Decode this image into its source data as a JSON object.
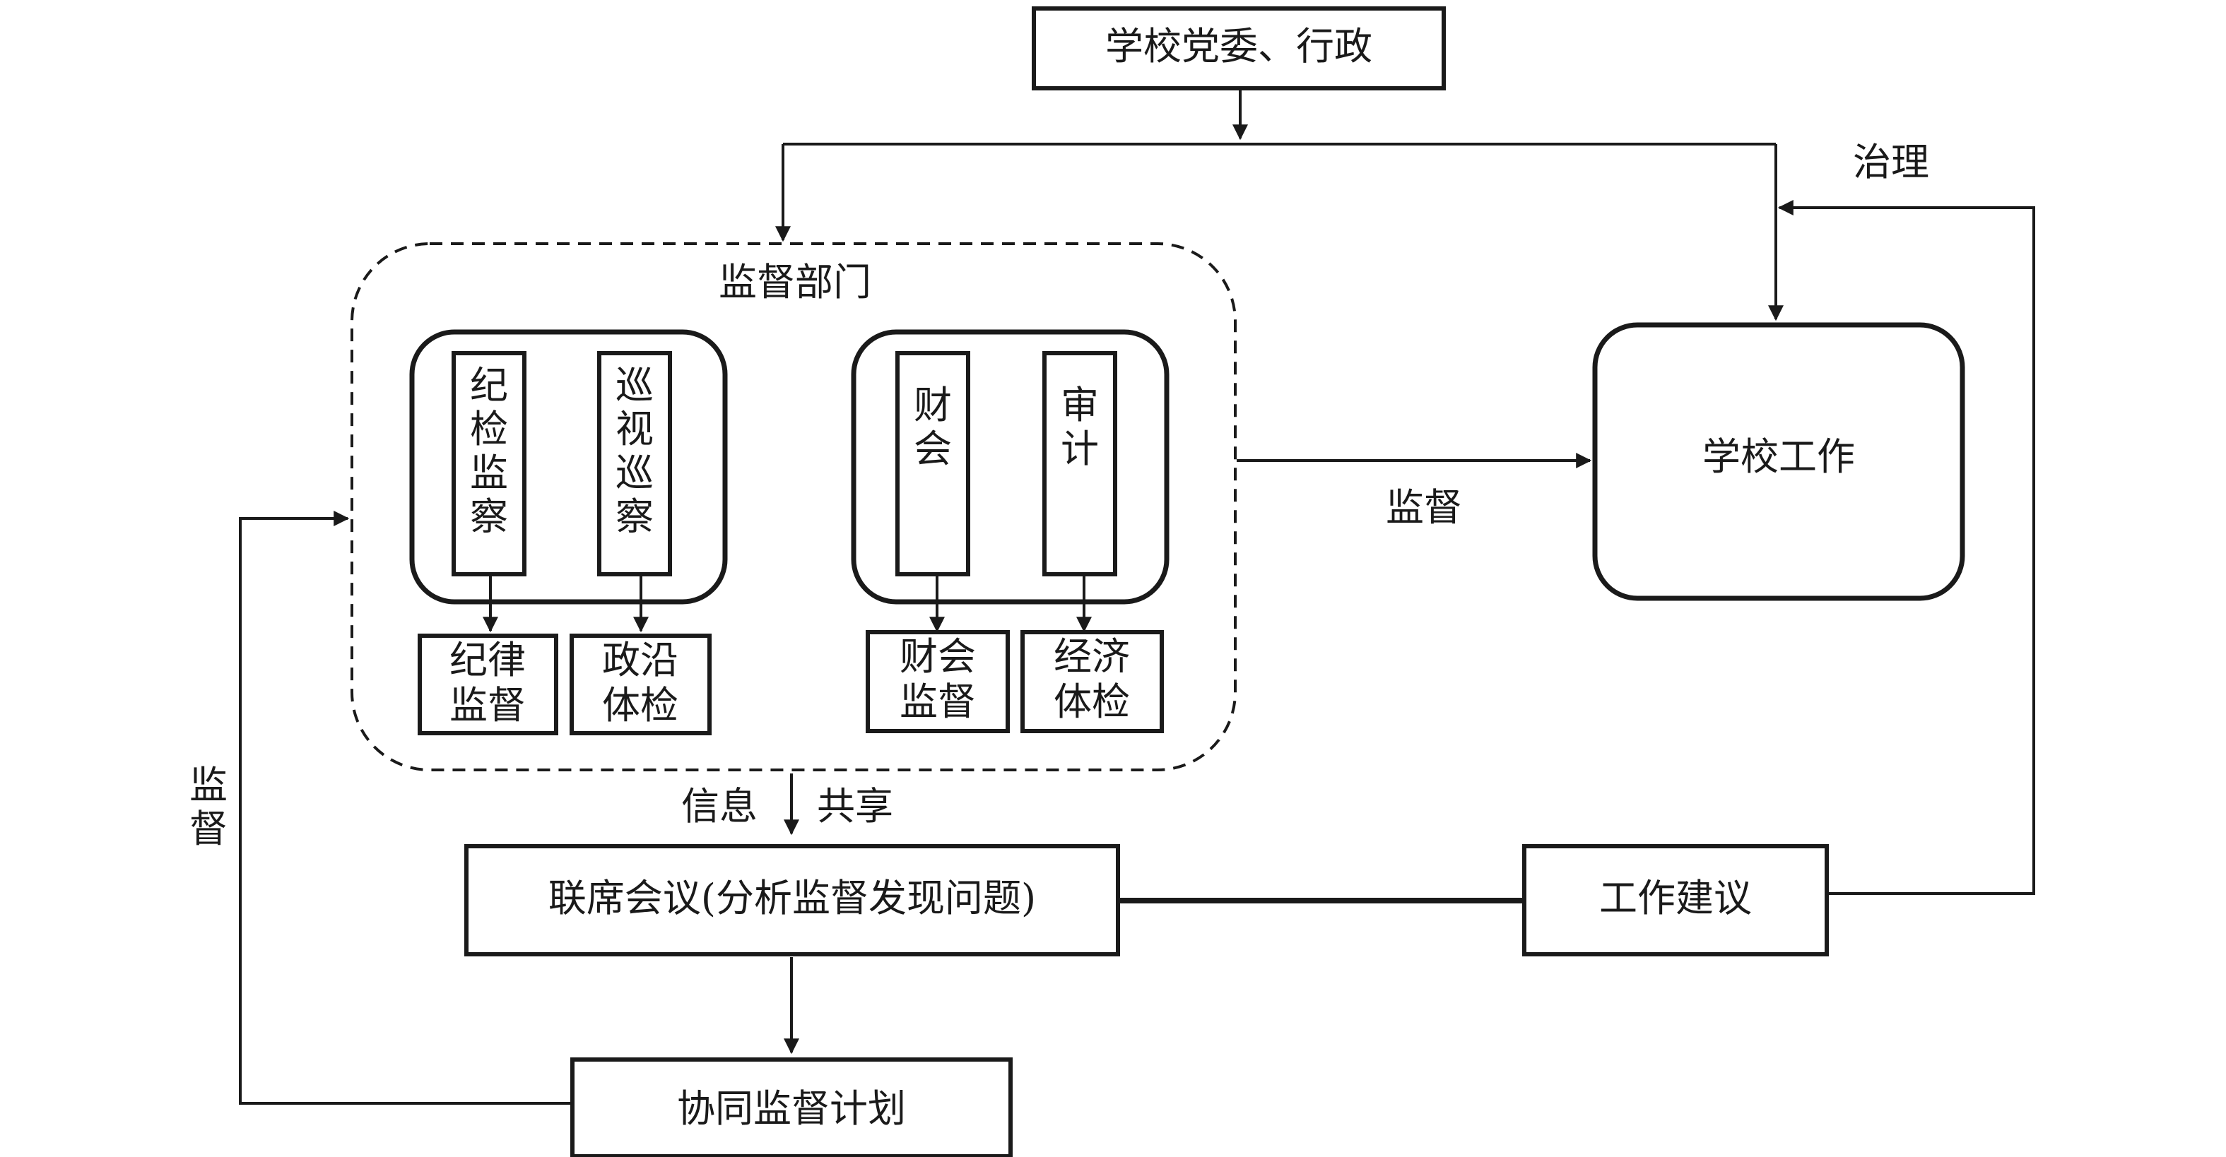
{
  "top_node": {
    "label": "学校党委、行政"
  },
  "dept_group": {
    "label": "监督部门"
  },
  "units": {
    "jijian": {
      "label": "纪检监察"
    },
    "xunshi": {
      "label": "巡视巡察"
    },
    "caikuai": {
      "label": "财会"
    },
    "shenji": {
      "label": "审计"
    }
  },
  "outputs": {
    "jilv": {
      "line1": "纪律",
      "line2": "监督"
    },
    "zhengyan": {
      "line1": "政沿",
      "line2": "体检"
    },
    "caikuai_jd": {
      "line1": "财会",
      "line2": "监督"
    },
    "jingji": {
      "line1": "经济",
      "line2": "体检"
    }
  },
  "school_work": {
    "label": "学校工作"
  },
  "joint_meeting": {
    "label": "联席会议(分析监督发现问题)"
  },
  "work_suggestion": {
    "label": "工作建议"
  },
  "coop_plan": {
    "label": "协同监督计划"
  },
  "edge_labels": {
    "governance": "治理",
    "supervise_right": "监督",
    "supervise_left": "监督",
    "info_left": "信息",
    "info_right": "共享"
  },
  "colors": {
    "stroke": "#1a1a1a",
    "text": "#1a1a1a",
    "background": "#ffffff"
  }
}
